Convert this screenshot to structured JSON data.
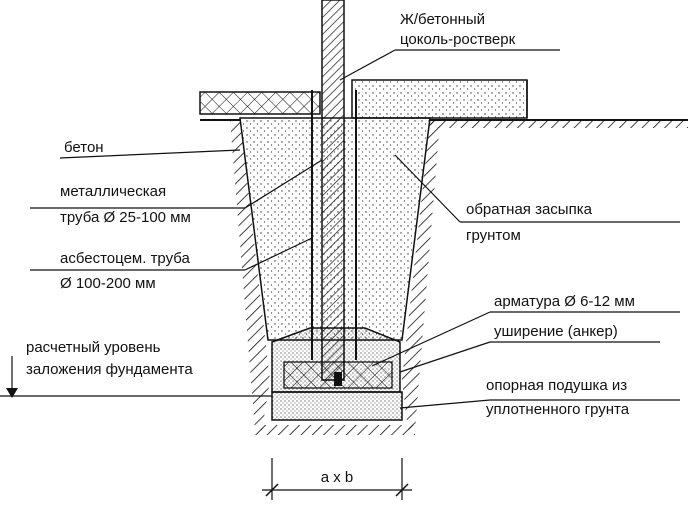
{
  "labels": {
    "plinth_line1": "Ж/бетонный",
    "plinth_line2": "цоколь-ростверк",
    "concrete": "бетон",
    "metal_pipe_line1": "металлическая",
    "metal_pipe_line2": "труба Ø 25-100 мм",
    "backfill_line1": "обратная засыпка",
    "backfill_line2": "грунтом",
    "asbestos_line1": "асбестоцем. труба",
    "asbestos_line2": "Ø 100-200 мм",
    "rebar": "арматура Ø 6-12 мм",
    "widening": "уширение (анкер)",
    "level_line1": "расчетный уровень",
    "level_line2": "заложения фундамента",
    "cushion_line1": "опорная подушка из",
    "cushion_line2": "уплотненного грунта",
    "dimension": "a x b"
  },
  "colors": {
    "ink": "#111111",
    "background": "#ffffff",
    "concrete_speckle": "#333333"
  }
}
